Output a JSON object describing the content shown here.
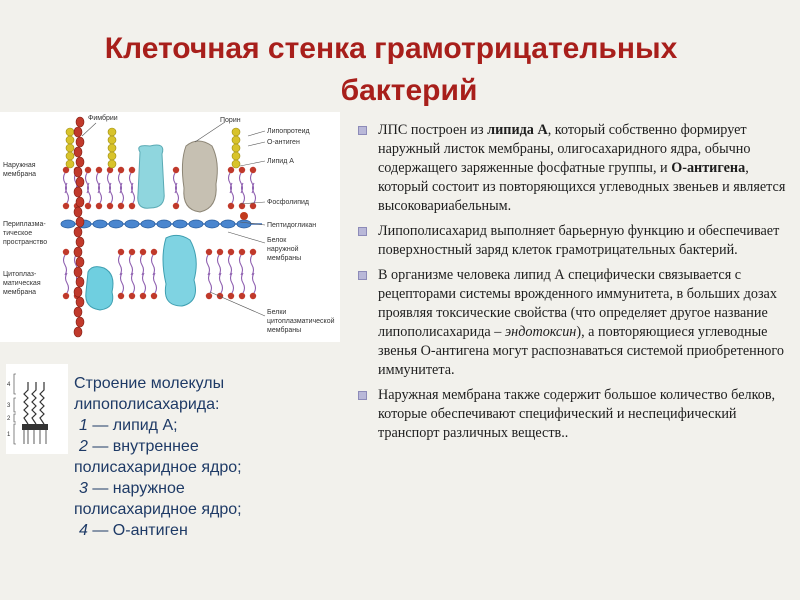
{
  "title": {
    "line1": "Клеточная стенка грамотрицательных",
    "line2": "бактерий"
  },
  "diagram": {
    "labels": {
      "fimbrii": "Фимбрии",
      "porin": "Порин",
      "lipoprotein": "Липопротеид",
      "o_antigen": "О-антиген",
      "lipid_a": "Липид А",
      "phospholipid": "Фосфолипид",
      "peptidoglycan": "Пептидогликан",
      "outer_membrane_protein_1": "Белок",
      "outer_membrane_protein_2": "наружной",
      "outer_membrane_protein_3": "мембраны",
      "cytoplasmic_protein_1": "Белки",
      "cytoplasmic_protein_2": "цитоплазматической",
      "cytoplasmic_protein_3": "мембраны",
      "outer_membrane_1": "Наружная",
      "outer_membrane_2": "мембрана",
      "periplasm_1": "Периплазма-",
      "periplasm_2": "тическое",
      "periplasm_3": "пространство",
      "cytoplasmic_membrane_1": "Цитоплаз-",
      "cytoplasmic_membrane_2": "матическая",
      "cytoplasmic_membrane_3": "мембрана"
    }
  },
  "bullets": [
    {
      "parts": [
        {
          "t": "ЛПС построен из "
        },
        {
          "t": "липида А",
          "b": true
        },
        {
          "t": ", который собственно формирует наружный листок мембраны, олигосахаридного ядра, обычно содержащего заряженные фосфатные группы, и "
        },
        {
          "t": "О-антигена",
          "b": true
        },
        {
          "t": ", который состоит из повторяющихся углеводных звеньев и является высоковариабельным."
        }
      ]
    },
    {
      "parts": [
        {
          "t": "Липополисахарид выполняет барьерную функцию и обеспечивает поверхностный заряд клеток грамотрицательных бактерий."
        }
      ]
    },
    {
      "parts": [
        {
          "t": "В организме человека липид А специфически связывается с рецепторами системы врожденного иммунитета, в больших дозах проявляя токсические свойства (что определяет другое название липополисахарида – "
        },
        {
          "t": "эндотоксин",
          "i": true
        },
        {
          "t": "), а повторяющиеся углеводные звенья О-антигена могут распознаваться системой приобретенного иммунитета."
        }
      ]
    },
    {
      "parts": [
        {
          "t": "Наружная мембрана также содержит большое количество белков, которые обеспечивают специфический и неспецифический транспорт различных веществ.."
        }
      ]
    }
  ],
  "lps_caption": {
    "heading_1": "Строение молекулы",
    "heading_2": "липополисахарида:",
    "items": [
      {
        "num": "1",
        "text": " — липид А;"
      },
      {
        "num": "2",
        "text": " — внутреннее",
        "text2": "полисахаридное ядро;"
      },
      {
        "num": "3",
        "text": " — наружное",
        "text2": "полисахаридное ядро;"
      },
      {
        "num": "4",
        "text": " — О-антиген"
      }
    ]
  },
  "lps_figure": {
    "numbers": [
      "4",
      "3",
      "2",
      "1"
    ]
  },
  "colors": {
    "title": "#a81f1b",
    "caption": "#1e3a66",
    "bullet_marker": "#b9b8d8",
    "background": "#f2f1ec"
  }
}
